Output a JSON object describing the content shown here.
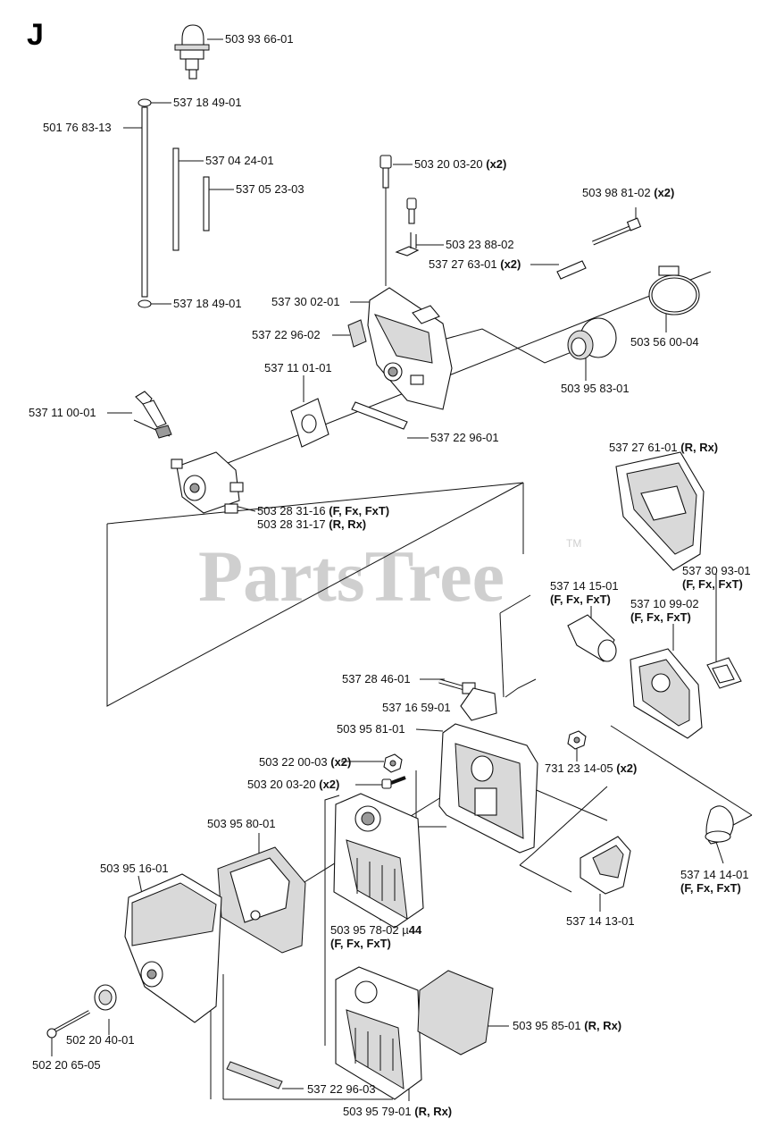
{
  "section_letter": "J",
  "watermark": {
    "text": "PartsTree",
    "tm": "TM"
  },
  "labels": [
    {
      "id": "p5039366",
      "number": "503 93 66-01",
      "note": ""
    },
    {
      "id": "p5371849a",
      "number": "537 18 49-01",
      "note": ""
    },
    {
      "id": "p5017683",
      "number": "501 76 83-13",
      "note": ""
    },
    {
      "id": "p5370424",
      "number": "537 04 24-01",
      "note": ""
    },
    {
      "id": "p5370523",
      "number": "537 05 23-03",
      "note": ""
    },
    {
      "id": "p5371849b",
      "number": "537 18 49-01",
      "note": ""
    },
    {
      "id": "p5032003a",
      "number": "503 20 03-20",
      "note": "(x2)"
    },
    {
      "id": "p5039881",
      "number": "503 98 81-02",
      "note": "(x2)"
    },
    {
      "id": "p5032388",
      "number": "503 23 88-02",
      "note": ""
    },
    {
      "id": "p5372763",
      "number": "537 27 63-01",
      "note": "(x2)"
    },
    {
      "id": "p5373002",
      "number": "537 30 02-01",
      "note": ""
    },
    {
      "id": "p5372296a",
      "number": "537 22 96-02",
      "note": ""
    },
    {
      "id": "p5035600",
      "number": "503 56 00-04",
      "note": ""
    },
    {
      "id": "p5371101",
      "number": "537 11 01-01",
      "note": ""
    },
    {
      "id": "p5039583",
      "number": "503 95 83-01",
      "note": ""
    },
    {
      "id": "p5371100",
      "number": "537 11 00-01",
      "note": ""
    },
    {
      "id": "p5372296b",
      "number": "537 22 96-01",
      "note": ""
    },
    {
      "id": "p5372761",
      "number": "537 27 61-01",
      "note": "(R, Rx)"
    },
    {
      "id": "p5032831a",
      "number": "503 28 31-16",
      "note": "(F, Fx, FxT)"
    },
    {
      "id": "p5032831b",
      "number": "503 28 31-17",
      "note": "(R, Rx)"
    },
    {
      "id": "p5373093",
      "number": "537 30 93-01",
      "note": "(F, Fx, FxT)"
    },
    {
      "id": "p5371415",
      "number": "537 14 15-01",
      "note": "(F, Fx, FxT)"
    },
    {
      "id": "p5371099",
      "number": "537 10 99-02",
      "note": "(F, Fx, FxT)"
    },
    {
      "id": "p5372846",
      "number": "537 28 46-01",
      "note": ""
    },
    {
      "id": "p5371659",
      "number": "537 16 59-01",
      "note": ""
    },
    {
      "id": "p5039581",
      "number": "503 95 81-01",
      "note": ""
    },
    {
      "id": "p5032200",
      "number": "503 22 00-03",
      "note": "(x2)"
    },
    {
      "id": "p7312314",
      "number": "731 23 14-05",
      "note": "(x2)"
    },
    {
      "id": "p5032003b",
      "number": "503 20 03-20",
      "note": "(x2)"
    },
    {
      "id": "p5039580",
      "number": "503 95 80-01",
      "note": ""
    },
    {
      "id": "p5039516",
      "number": "503 95 16-01",
      "note": ""
    },
    {
      "id": "p5371414",
      "number": "537 14 14-01",
      "note": "(F, Fx, FxT)"
    },
    {
      "id": "p5371413",
      "number": "537 14 13-01",
      "note": ""
    },
    {
      "id": "p5039578",
      "number": "503 95 78-02 µ",
      "note": "44",
      "note2": "(F, Fx, FxT)"
    },
    {
      "id": "p5039585",
      "number": "503 95 85-01",
      "note": "(R, Rx)"
    },
    {
      "id": "p5022040",
      "number": "502 20 40-01",
      "note": ""
    },
    {
      "id": "p5022065",
      "number": "502 20 65-05",
      "note": ""
    },
    {
      "id": "p5372296c",
      "number": "537 22 96-03",
      "note": ""
    },
    {
      "id": "p5039579",
      "number": "503 95 79-01",
      "note": "(R, Rx)"
    }
  ]
}
